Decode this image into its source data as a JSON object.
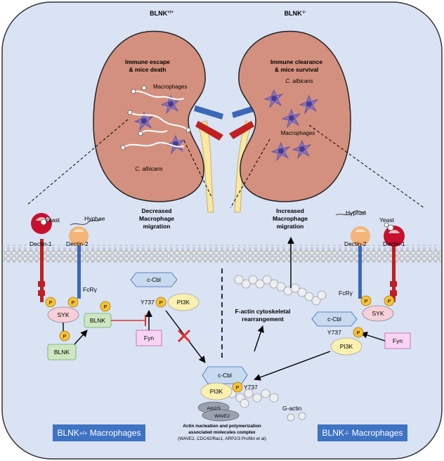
{
  "left": {
    "genotype": "BLNK",
    "genotype_sup": "+/+",
    "outcome_line1": "Immune escape",
    "outcome_line2": "& mice death",
    "macrophages": "Macrophages",
    "pathogen": "C. albicans",
    "migration_line1": "Decreased",
    "migration_line2": "Macrophage",
    "migration_line3": "migration",
    "yeast": "Yeast",
    "hyphae": "Hyphae",
    "dectin1": "Dectin-1",
    "dectin2": "Dectin-2",
    "fcry": "FcRγ",
    "syk": "SYK",
    "blnk_top": "BLNK",
    "blnk_bottom": "BLNK",
    "ccbl": "c-Cbl",
    "y737": "Y737",
    "pi3k": "PI3K",
    "fyn": "Fyn",
    "footer_pre": "BLNK",
    "footer_sup": "+/+",
    "footer_post": " Macrophages"
  },
  "right": {
    "genotype": "BLNK",
    "genotype_sup": "-/-",
    "outcome_line1": "Immune clearance",
    "outcome_line2": "& mice survival",
    "pathogen": "C. albicans",
    "macrophages": "Macrophages",
    "migration_line1": "Increased",
    "migration_line2": "Macrophage",
    "migration_line3": "migration",
    "hyphae": "Hyphae",
    "yeast": "Yeast",
    "dectin2": "Dectin-2",
    "dectin1": "Dectin-1",
    "fcry": "FcRγ",
    "syk": "SYK",
    "ccbl": "c-Cbl",
    "y737": "Y737",
    "pi3k": "PI3K",
    "fyn": "Fyn",
    "footer_pre": "BLNK",
    "footer_sup": "-/-",
    "footer_post": " Macrophages"
  },
  "center": {
    "factin_line1": "F-actin cytoskeletal",
    "factin_line2": "rearrangement",
    "ccbl": "c-Cbl",
    "pi3k": "PI3K",
    "y737": "Y737",
    "arp23": "Arp2/3",
    "wave2": "WAVE2",
    "gactin": "G-actin",
    "complex_line1": "Actin nucleation and polymerization",
    "complex_line2": "associated molecules complex",
    "complex_line3": "(WAVE2, CDC42/Rac1, ARP2/3 Profilin et al)"
  },
  "phospho": "P",
  "colors": {
    "background": "#d9e3f4",
    "kidney": "#d4907e",
    "legend_box": "#3f73c3",
    "syk": "#f7cfd8",
    "blnk": "#cfe6c0",
    "ccbl": "#c8daf0",
    "pi3k": "#fbf0b0",
    "fyn": "#f9d3f4",
    "phospho": "#f6c238",
    "inhibit": "#e03030",
    "macrophage": "#8a74c4"
  }
}
